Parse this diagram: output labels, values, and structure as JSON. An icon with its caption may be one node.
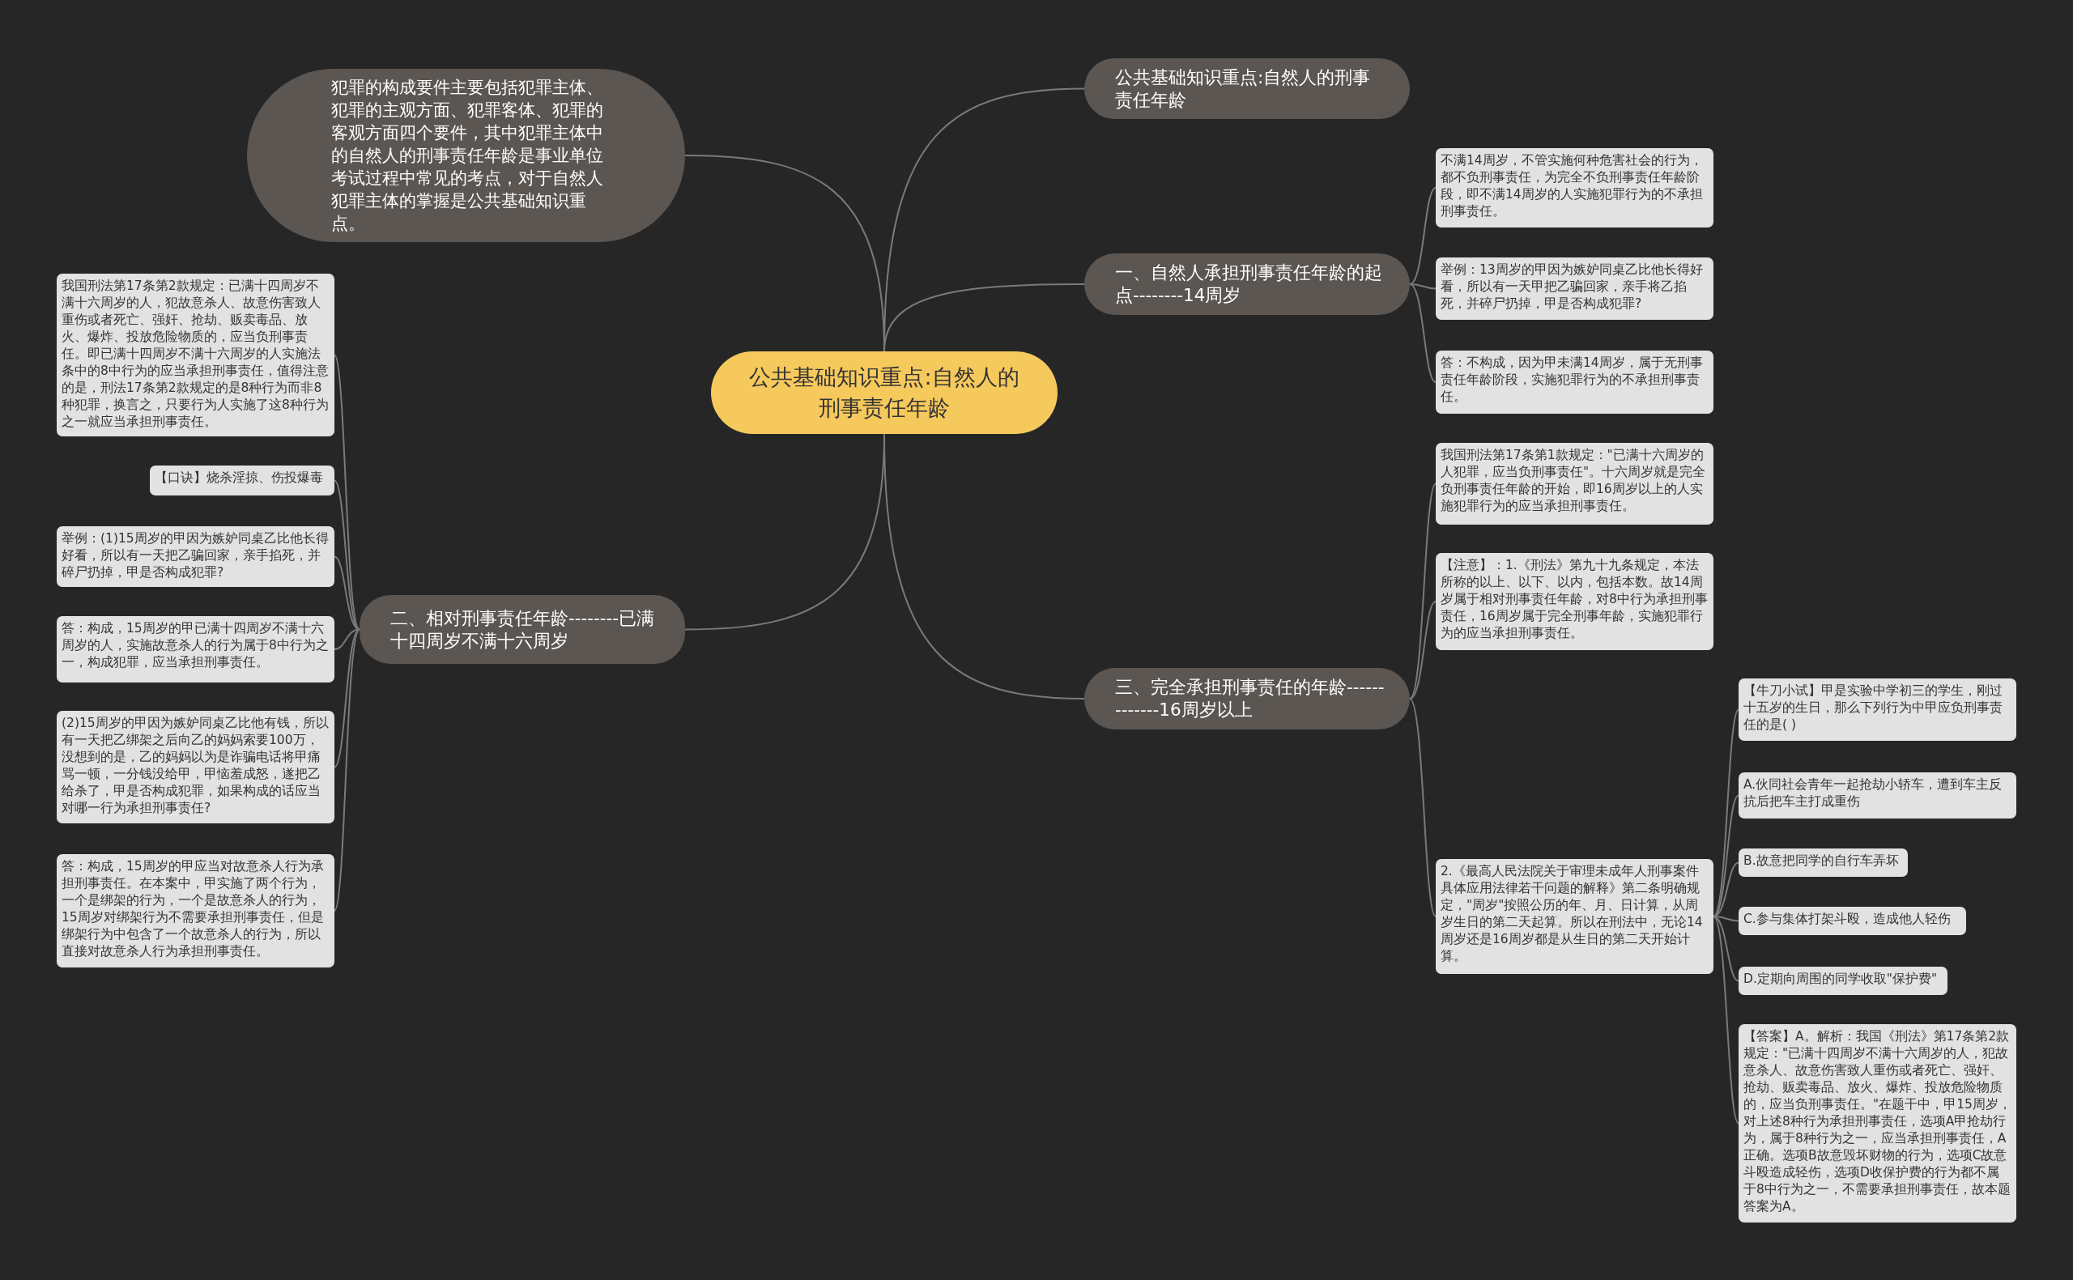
{
  "diagram": {
    "nodes": [
      {
        "text": [
          "公共基础知识重点:自然人的刑事责任年龄"
        ]
      },
      {
        "text": [
          "犯罪的构成要件主要包括犯罪主体、犯罪的主观方面、犯罪客体、犯罪的客观方面四个要件，其中犯罪主体中的自然人的刑事责任年龄是事业单位考试过程中常见的考点，对于自然人犯罪主体的掌握是公共基础知识重点。"
        ]
      },
      {
        "text": [
          "公共基础知识重点:自然人的刑事责任年龄"
        ]
      },
      {
        "text": [
          "一、自然人承担刑事责任年龄的起点--------14周岁"
        ]
      },
      {
        "text": [
          "不满14周岁，不管实施何种危害社会的行为，都不负刑事责任，为完全不负刑事责任年龄阶段，即不满14周岁的人实施犯罪行为的不承担刑事责任。"
        ]
      },
      {
        "text": [
          "举例：13周岁的甲因为嫉妒同桌乙比他长得好看，所以有一天甲把乙骗回家，亲手将乙掐死，并碎尸扔掉，甲是否构成犯罪?"
        ]
      },
      {
        "text": [
          "答：不构成，因为甲未满14周岁，属于无刑事责任年龄阶段，实施犯罪行为的不承担刑事责任。"
        ]
      },
      {
        "text": [
          "二、相对刑事责任年龄--------已满十四周岁不满十六周岁"
        ]
      },
      {
        "text": [
          "我国刑法第17条第2款规定：已满十四周岁不满十六周岁的人，犯故意杀人、故意伤害致人重伤或者死亡、强奸、抢劫、贩卖毒品、放火、爆炸、投放危险物质的，应当负刑事责任。即已满十四周岁不满十六周岁的人实施法条中的8中行为的应当承担刑事责任，值得注意的是，刑法17条第2款规定的是8种行为而非8种犯罪，换言之，只要行为人实施了这8种行为之一就应当承担刑事责任。"
        ]
      },
      {
        "text": [
          "【口诀】烧杀淫掠、伤投爆毒"
        ]
      },
      {
        "text": [
          "举例：(1)15周岁的甲因为嫉妒同桌乙比他长得好看，所以有一天把乙骗回家，亲手掐死，并碎尸扔掉，甲是否构成犯罪?"
        ]
      },
      {
        "text": [
          "答：构成，15周岁的甲已满十四周岁不满十六周岁的人，实施故意杀人的行为属于8中行为之一，构成犯罪，应当承担刑事责任。"
        ]
      },
      {
        "text": [
          "(2)15周岁的甲因为嫉妒同桌乙比他有钱，所以有一天把乙绑架之后向乙的妈妈索要100万，没想到的是，乙的妈妈以为是诈骗电话将甲痛骂一顿，一分钱没给甲，甲恼羞成怒，遂把乙给杀了，甲是否构成犯罪，如果构成的话应当对哪一行为承担刑事责任?"
        ]
      },
      {
        "text": [
          "答：构成，15周岁的甲应当对故意杀人行为承担刑事责任。在本案中，甲实施了两个行为，一个是绑架的行为，一个是故意杀人的行为，15周岁对绑架行为不需要承担刑事责任，但是绑架行为中包含了一个故意杀人的行为，所以直接对故意杀人行为承担刑事责任。"
        ]
      },
      {
        "text": [
          "三、完全承担刑事责任的年龄-------------16周岁以上"
        ]
      },
      {
        "text": [
          "我国刑法第17条第1款规定：\"已满十六周岁的人犯罪，应当负刑事责任\"。十六周岁就是完全负刑事责任年龄的开始，即16周岁以上的人实施犯罪行为的应当承担刑事责任。"
        ]
      },
      {
        "text": [
          "【注意】：1.《刑法》第九十九条规定，本法所称的以上、以下、以内，包括本数。故14周岁属于相对刑事责任年龄，对8中行为承担刑事责任，16周岁属于完全刑事年龄，实施犯罪行为的应当承担刑事责任。"
        ]
      },
      {
        "text": [
          "2.《最高人民法院关于审理未成年人刑事案件具体应用法律若干问题的解释》第二条明确规定，\"周岁\"按照公历的年、月、日计算，从周岁生日的第二天起算。所以在刑法中，无论14周岁还是16周岁都是从生日的第二天开始计算。"
        ]
      },
      {
        "text": [
          "【牛刀小试】甲是实验中学初三的学生，刚过十五岁的生日，那么下列行为中甲应负刑事责任的是( )"
        ]
      },
      {
        "text": [
          "A.伙同社会青年一起抢劫小轿车，遭到车主反抗后把车主打成重伤"
        ]
      },
      {
        "text": [
          "B.故意把同学的自行车弄坏"
        ]
      },
      {
        "text": [
          "C.参与集体打架斗殴，造成他人轻伤"
        ]
      },
      {
        "text": [
          "D.定期向周围的同学收取\"保护费\""
        ]
      },
      {
        "text": [
          "【答案】A。解析：我国《刑法》第17条第2款规定：\"已满十四周岁不满十六周岁的人，犯故意杀人、故意伤害致人重伤或者死亡、强奸、抢劫、贩卖毒品、放火、爆炸、投放危险物质的，应当负刑事责任。\"在题干中，甲15周岁，对上述8种行为承担刑事责任，选项A甲抢劫行为，属于8种行为之一，应当承担刑事责任，A正确。选项B故意毁坏财物的行为，选项C故意斗殴造成轻伤，选项D收保护费的行为都不属于8中行为之一，不需要承担刑事责任，故本题答案为A。"
        ]
      }
    ],
    "edges": [
      {
        "from": 0,
        "to": 1,
        "arrow": "none"
      },
      {
        "from": 0,
        "to": 2,
        "arrow": "none"
      },
      {
        "from": 0,
        "to": 3,
        "arrow": "none"
      },
      {
        "from": 0,
        "to": 7,
        "arrow": "none"
      },
      {
        "from": 0,
        "to": 14,
        "arrow": "none"
      },
      {
        "from": 3,
        "to": 4,
        "arrow": "none"
      },
      {
        "from": 3,
        "to": 5,
        "arrow": "none"
      },
      {
        "from": 3,
        "to": 6,
        "arrow": "none"
      },
      {
        "from": 7,
        "to": 8,
        "arrow": "none"
      },
      {
        "from": 7,
        "to": 9,
        "arrow": "none"
      },
      {
        "from": 7,
        "to": 10,
        "arrow": "none"
      },
      {
        "from": 7,
        "to": 11,
        "arrow": "none"
      },
      {
        "from": 7,
        "to": 12,
        "arrow": "none"
      },
      {
        "from": 7,
        "to": 13,
        "arrow": "none"
      },
      {
        "from": 14,
        "to": 15,
        "arrow": "none"
      },
      {
        "from": 14,
        "to": 16,
        "arrow": "none"
      },
      {
        "from": 14,
        "to": 17,
        "arrow": "none"
      },
      {
        "from": 17,
        "to": 18,
        "arrow": "none"
      },
      {
        "from": 17,
        "to": 19,
        "arrow": "none"
      },
      {
        "from": 17,
        "to": 20,
        "arrow": "none"
      },
      {
        "from": 17,
        "to": 21,
        "arrow": "none"
      },
      {
        "from": 17,
        "to": 22,
        "arrow": "none"
      },
      {
        "from": 17,
        "to": 23,
        "arrow": "none"
      }
    ]
  }
}
